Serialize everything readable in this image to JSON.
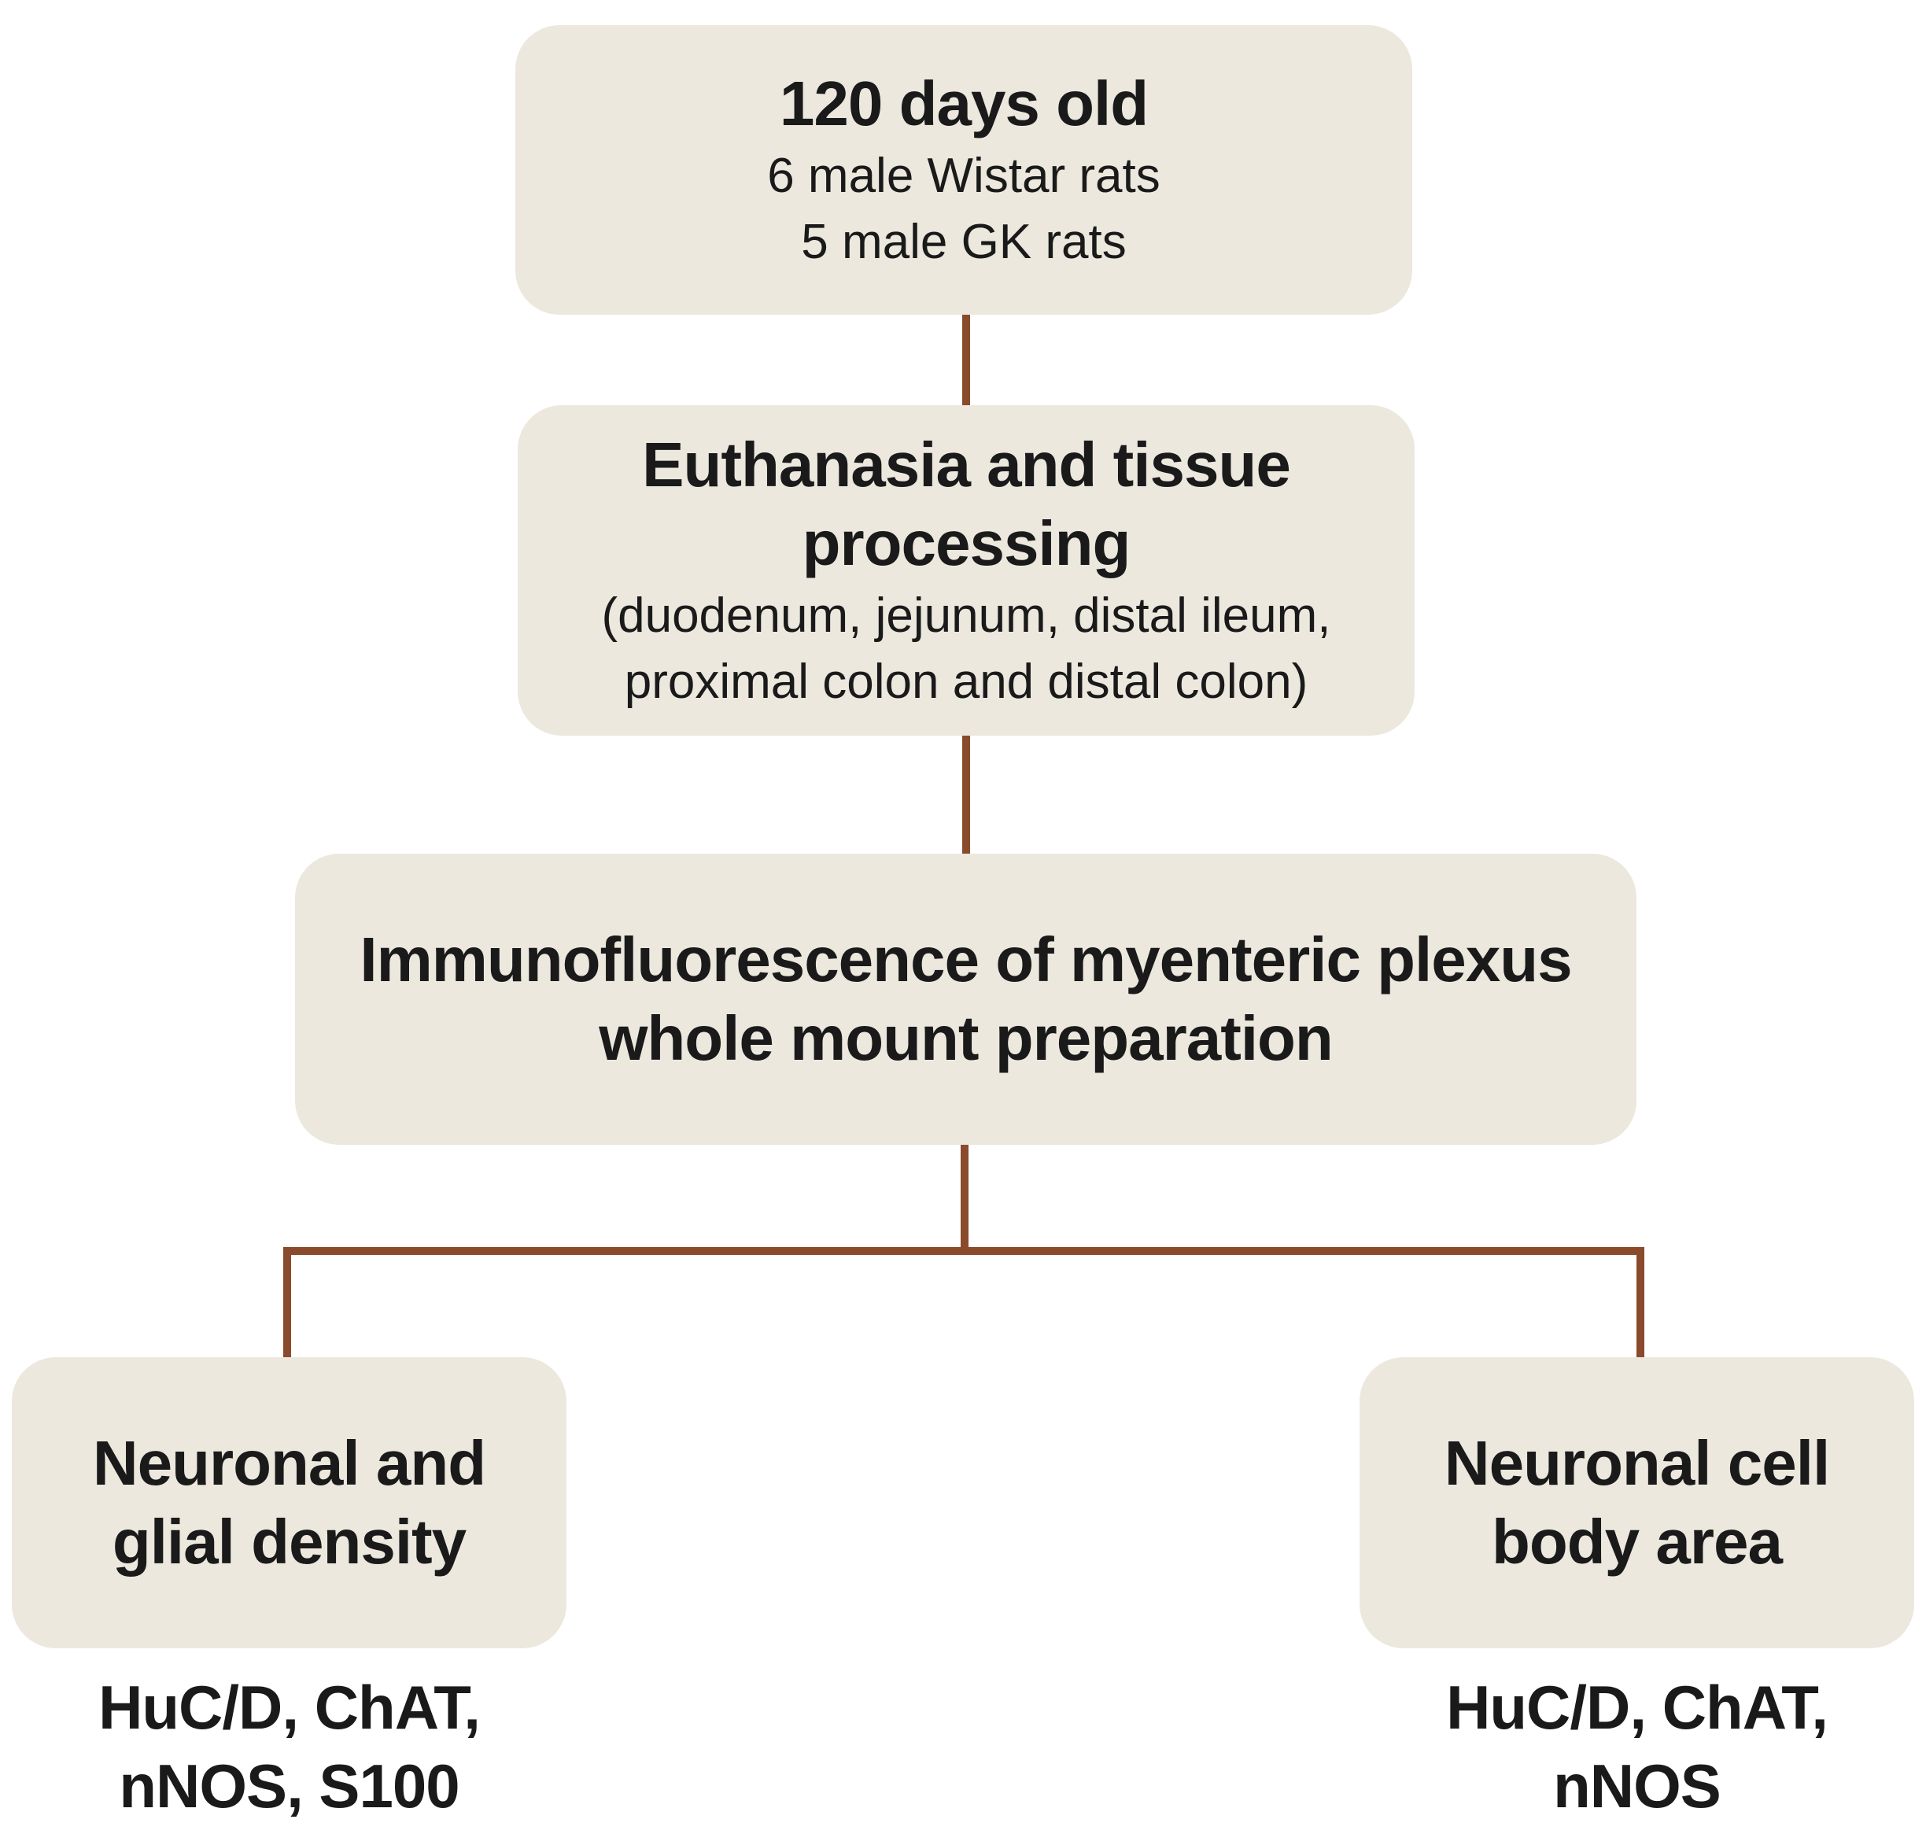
{
  "colors": {
    "box_fill": "#ece8de",
    "connector": "#8a4a2c",
    "text": "#1a1a1a"
  },
  "box1": {
    "title": "120 days old",
    "line1": "6 male Wistar rats",
    "line2": "5 male GK rats"
  },
  "box2": {
    "title_line1": "Euthanasia and tissue",
    "title_line2": "processing",
    "sub_line1": "(duodenum, jejunum, distal ileum,",
    "sub_line2": "proximal colon and distal colon)"
  },
  "box3": {
    "title_line1": "Immunofluorescence of myenteric plexus",
    "title_line2": "whole mount preparation"
  },
  "box_left": {
    "title_line1": "Neuronal and",
    "title_line2": "glial density",
    "markers_line1": "HuC/D, ChAT,",
    "markers_line2": "nNOS, S100"
  },
  "box_right": {
    "title_line1": "Neuronal cell",
    "title_line2": "body area",
    "markers_line1": "HuC/D, ChAT,",
    "markers_line2": "nNOS"
  }
}
